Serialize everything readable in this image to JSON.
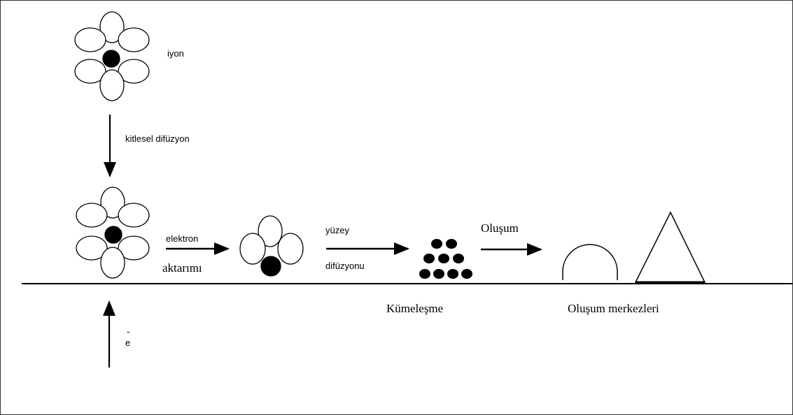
{
  "labels": {
    "ion": "iyon",
    "mass_diffusion": "kitlesel difüzyon",
    "electron_transfer_1": "elektron",
    "electron_transfer_2": "aktarımı",
    "surface_diffusion_1": "yüzey",
    "surface_diffusion_2": "difüzyonu",
    "formation": "Oluşum",
    "clustering": "Kümeleşme",
    "nucleation_centers": "Oluşum merkezleri",
    "electron_symbol": "e",
    "electron_charge": "-"
  },
  "colors": {
    "ink": "#000000",
    "paper": "#ffffff"
  }
}
